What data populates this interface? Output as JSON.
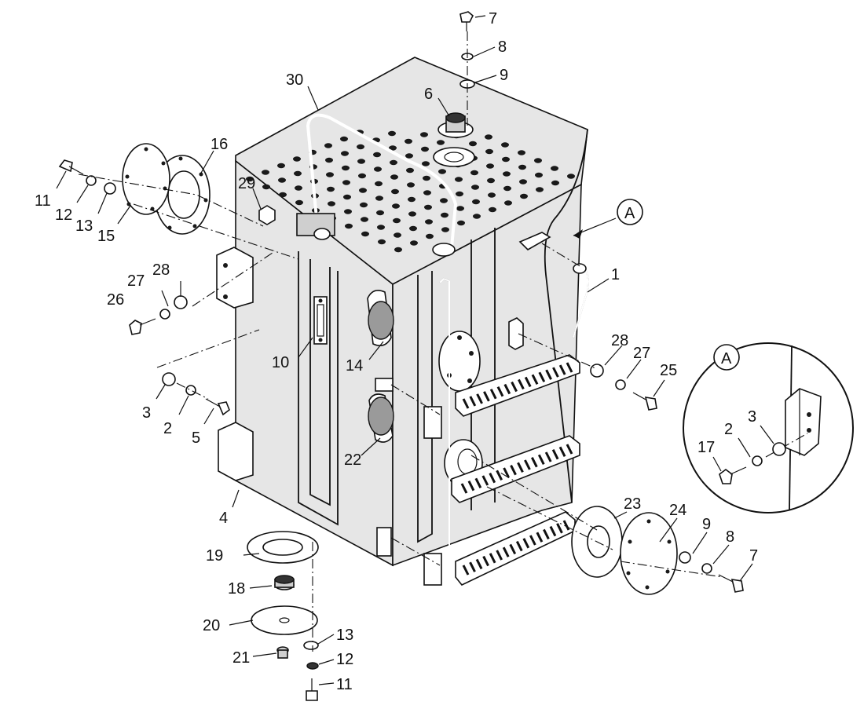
{
  "labels": {
    "p1": "1",
    "p2a": "2",
    "p2b": "2",
    "p3a": "3",
    "p3b": "3",
    "p4": "4",
    "p5": "5",
    "p6": "6",
    "p7a": "7",
    "p7b": "7",
    "p8a": "8",
    "p8b": "8",
    "p9a": "9",
    "p9b": "9",
    "p10": "10",
    "p11a": "11",
    "p11b": "11",
    "p12a": "12",
    "p12b": "12",
    "p13a": "13",
    "p13b": "13",
    "p14": "14",
    "p15": "15",
    "p16": "16",
    "p17": "17",
    "p18": "18",
    "p19": "19",
    "p20": "20",
    "p21": "21",
    "p22": "22",
    "p23": "23",
    "p24": "24",
    "p25": "25",
    "p26": "26",
    "p27a": "27",
    "p27b": "27",
    "p28a": "28",
    "p28b": "28",
    "p29": "29",
    "p30": "30"
  },
  "detail": {
    "callout": "A",
    "inset": "A"
  }
}
